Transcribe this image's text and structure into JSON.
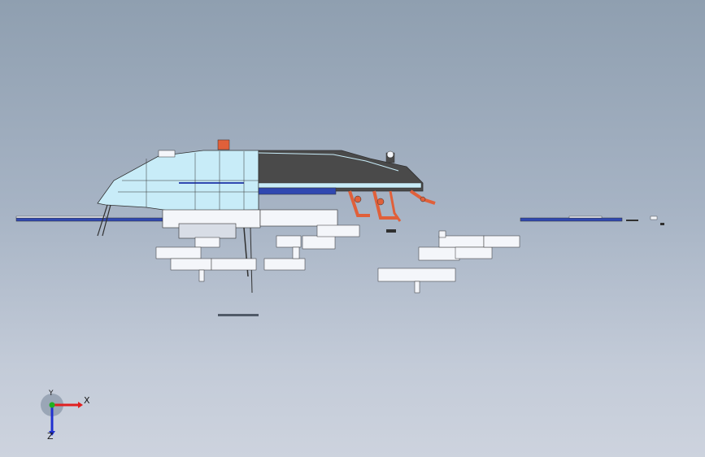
{
  "viewport": {
    "background_top": "#8f9fb0",
    "background_bottom": "#cdd3de"
  },
  "triad": {
    "x_label": "X",
    "y_label": "Y",
    "z_label": "Z",
    "x_color": "#e02020",
    "y_color": "#20b020",
    "z_color": "#2030d0"
  },
  "model": {
    "body_light": "#c8ecf8",
    "body_dark": "#4a4a4a",
    "accent_red": "#e0603a",
    "accent_blue": "#3048b0",
    "part_white": "#f4f6fa",
    "line": "#303030"
  }
}
